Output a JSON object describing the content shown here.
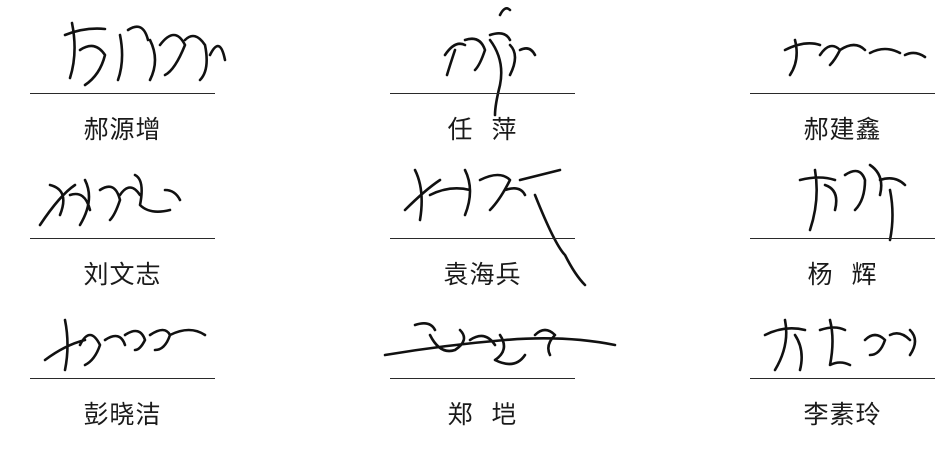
{
  "signatories": [
    {
      "name": "郝源增",
      "signature_icon": "handwritten-signature"
    },
    {
      "name": "任  萍",
      "signature_icon": "handwritten-signature"
    },
    {
      "name": "郝建鑫",
      "signature_icon": "handwritten-signature"
    },
    {
      "name": "刘文志",
      "signature_icon": "handwritten-signature"
    },
    {
      "name": "袁海兵",
      "signature_icon": "handwritten-signature"
    },
    {
      "name": "杨  辉",
      "signature_icon": "handwritten-signature"
    },
    {
      "name": "彭晓洁",
      "signature_icon": "handwritten-signature"
    },
    {
      "name": "郑  垲",
      "signature_icon": "handwritten-signature"
    },
    {
      "name": "李素玲",
      "signature_icon": "handwritten-signature"
    }
  ]
}
